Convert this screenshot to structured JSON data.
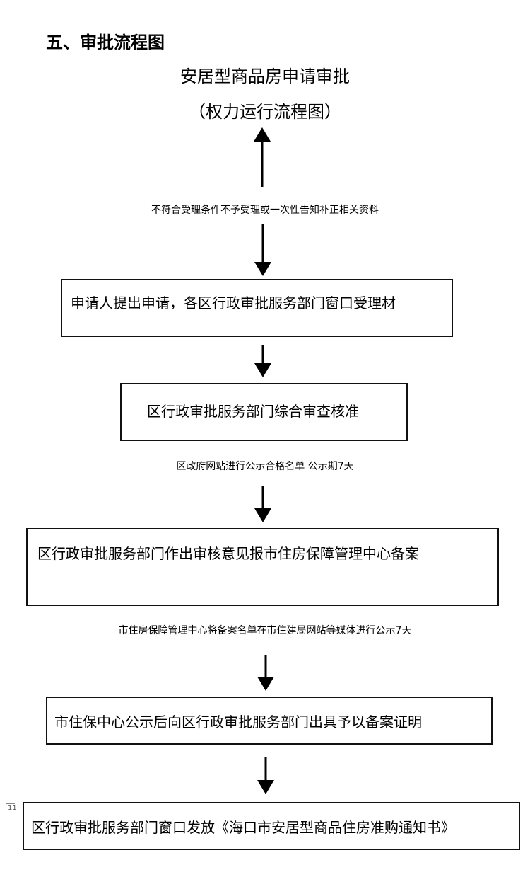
{
  "section_heading": "五、审批流程图",
  "title": "安居型商品房申请审批",
  "subtitle": "（权力运行流程图）",
  "notes": {
    "reject": "不符合受理条件不予受理或一次性告知补正相关资料",
    "publicity_district": "区政府网站进行公示合格名单  公示期7天",
    "publicity_city": "市住房保障管理中心将备案名单在市住建局网站等媒体进行公示7天"
  },
  "steps": [
    "申请人提出申请，各区行政审批服务部门窗口受理材",
    "区行政审批服务部门综合审查核准",
    "区行政审批服务部门作出审核意见报市住房保障管理中心备案",
    "市住保中心公示后向区行政审批服务部门出具予以备案证明",
    "区行政审批服务部门窗口发放《海口市安居型商品住房准购通知书》"
  ],
  "page_number": "11"
}
